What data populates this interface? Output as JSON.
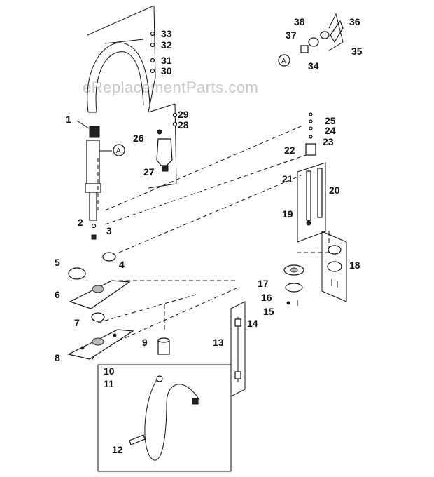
{
  "watermark": "eReplacementParts.com",
  "ref_marker": "A",
  "labels": {
    "p1": "1",
    "p2": "2",
    "p3": "3",
    "p4": "4",
    "p5": "5",
    "p6": "6",
    "p7": "7",
    "p8": "8",
    "p9": "9",
    "p10": "10",
    "p11": "11",
    "p12": "12",
    "p13": "13",
    "p14": "14",
    "p15": "15",
    "p16": "16",
    "p17": "17",
    "p18": "18",
    "p19": "19",
    "p20": "20",
    "p21": "21",
    "p22": "22",
    "p23": "23",
    "p24": "24",
    "p25": "25",
    "p26": "26",
    "p27": "27",
    "p28": "28",
    "p29": "29",
    "p30": "30",
    "p31": "31",
    "p32": "32",
    "p33": "33",
    "p34": "34",
    "p35": "35",
    "p36": "36",
    "p37": "37",
    "p38": "38"
  }
}
